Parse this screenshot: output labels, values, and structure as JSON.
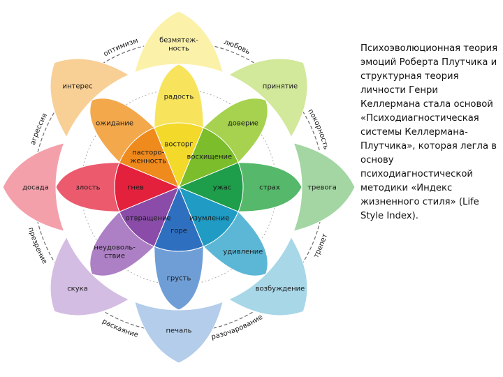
{
  "caption": "Психоэволюционная теория эмоций Роберта Плутчика и структурная теория личности Генри Келлермана стала основой «Психодиагностическая системы Келлермана-Плутчика», которая легла в основу психодиагностической методики «Индекс жизненного стиля» (Life Style Index).",
  "wheel": {
    "petals": [
      {
        "id": "joy",
        "colors": [
          "#f2d92a",
          "#f7e45c",
          "#fbf1a8"
        ],
        "labels": [
          "восторг",
          "радость",
          [
            "безмятеж-",
            "ность"
          ]
        ]
      },
      {
        "id": "trust",
        "colors": [
          "#7bbd2a",
          "#a6d24f",
          "#d2e89a"
        ],
        "labels": [
          "восхищение",
          "доверие",
          "принятие"
        ]
      },
      {
        "id": "fear",
        "colors": [
          "#1e9e4a",
          "#56b86a",
          "#a3d6a2"
        ],
        "labels": [
          "ужас",
          "страх",
          "тревога"
        ]
      },
      {
        "id": "surprise",
        "colors": [
          "#1f9bc4",
          "#5cb7d6",
          "#a8d7e8"
        ],
        "labels": [
          "изумление",
          "удивление",
          "возбуждение"
        ]
      },
      {
        "id": "sadness",
        "colors": [
          "#2f6fc0",
          "#6f9ed6",
          "#b3cdea"
        ],
        "labels": [
          "горе",
          "грусть",
          "печаль"
        ]
      },
      {
        "id": "disgust",
        "colors": [
          "#8a4ca8",
          "#ad7fc4",
          "#d4bde3"
        ],
        "labels": [
          "отвращение",
          [
            "неудоволь-",
            "ствие"
          ],
          "скука"
        ]
      },
      {
        "id": "anger",
        "colors": [
          "#e3213d",
          "#ec5a6e",
          "#f4a0ab"
        ],
        "labels": [
          "гнев",
          "злость",
          "досада"
        ]
      },
      {
        "id": "anticipation",
        "colors": [
          "#ef8a1d",
          "#f3a84c",
          "#f8cf95"
        ],
        "labels": [
          [
            "пасторо-",
            "женность"
          ],
          "ожидание",
          "интерес"
        ]
      }
    ],
    "dyads": [
      "любовь",
      "покорность",
      "трепет",
      "разочарование",
      "раскаяние",
      "презрение",
      "агрессия",
      "оптимизм"
    ]
  }
}
